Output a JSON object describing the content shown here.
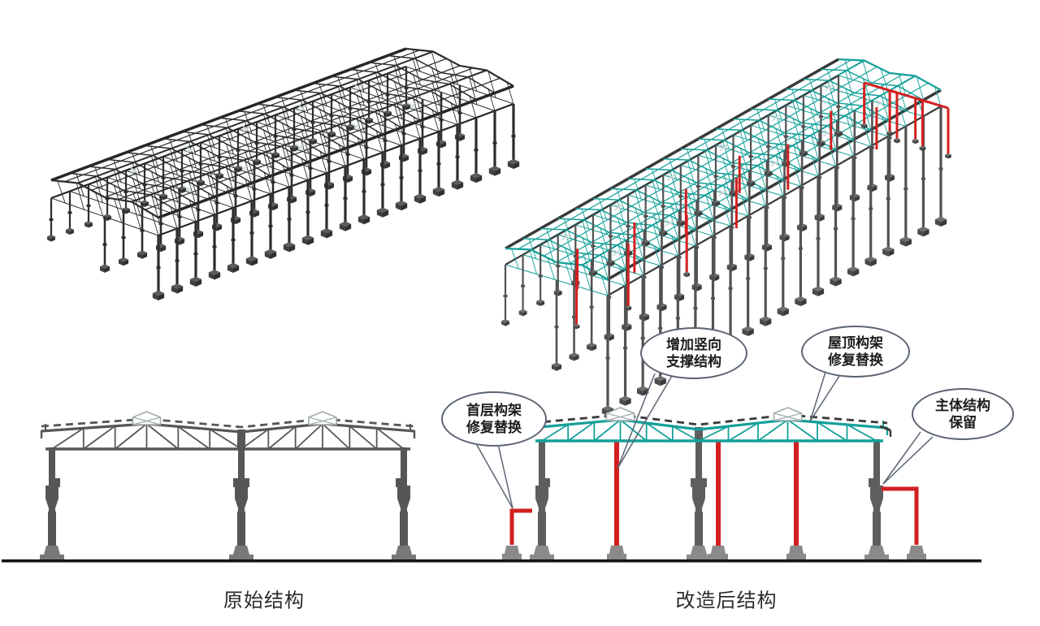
{
  "diagram": {
    "captions": {
      "original": "原始结构",
      "renovated": "改造后结构"
    },
    "callouts": [
      {
        "id": "first-floor-frame",
        "lines": [
          "首层构架",
          "修复替换"
        ]
      },
      {
        "id": "vertical-support",
        "lines": [
          "增加竖向",
          "支撑结构"
        ]
      },
      {
        "id": "roof-frame",
        "lines": [
          "屋顶构架",
          "修复替换"
        ]
      },
      {
        "id": "main-structure",
        "lines": [
          "主体结构",
          "保留"
        ]
      }
    ],
    "colors": {
      "teal": "#13a099",
      "red": "#d31f1f",
      "dark_steel": "#2d2d2d",
      "edge_dark": "#262626",
      "renovated_edge": "#3a3a3a",
      "gray_steel": "#565656",
      "column_gray": "#5e5e5e",
      "base_light_gray": "#8a8a8a",
      "ground": "#141414",
      "callout_outline": "#5b6472",
      "monitor_outline": "#a0abad",
      "pale_detail": "#c6d4d6",
      "text": "#222222"
    }
  }
}
